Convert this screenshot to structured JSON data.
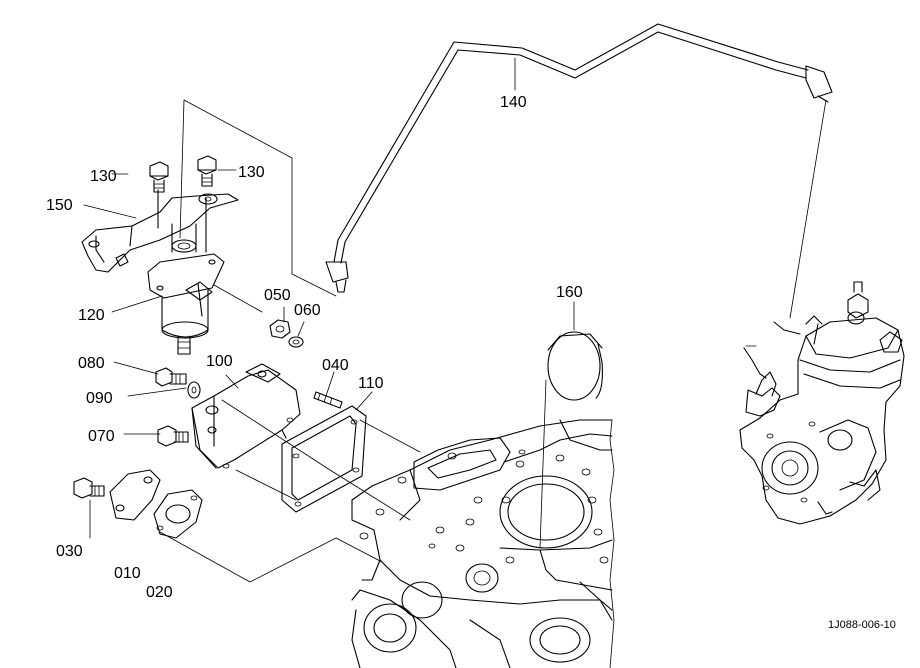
{
  "callouts": [
    {
      "id": "c010",
      "text": "010"
    },
    {
      "id": "c020",
      "text": "020"
    },
    {
      "id": "c030",
      "text": "030"
    },
    {
      "id": "c040",
      "text": "040"
    },
    {
      "id": "c050",
      "text": "050"
    },
    {
      "id": "c060",
      "text": "060"
    },
    {
      "id": "c070",
      "text": "070"
    },
    {
      "id": "c080",
      "text": "080"
    },
    {
      "id": "c090",
      "text": "090"
    },
    {
      "id": "c100",
      "text": "100"
    },
    {
      "id": "c110",
      "text": "110"
    },
    {
      "id": "c120",
      "text": "120"
    },
    {
      "id": "c130a",
      "text": "130"
    },
    {
      "id": "c130b",
      "text": "130"
    },
    {
      "id": "c140",
      "text": "140"
    },
    {
      "id": "c150",
      "text": "150"
    },
    {
      "id": "c160",
      "text": "160"
    }
  ],
  "drawing_code": "1J088-006-10"
}
